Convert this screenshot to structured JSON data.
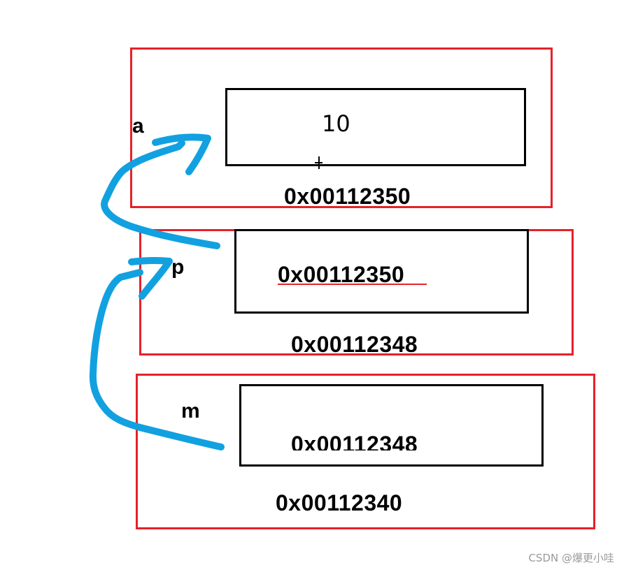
{
  "colors": {
    "frame": "#e52229",
    "cell": "#000000",
    "arrow": "#12a1e0"
  },
  "blocks": {
    "a": {
      "var_name": "a",
      "value": "10",
      "address": "0x00112350"
    },
    "p": {
      "var_name": "p",
      "value": "0x00112350",
      "address": "0x00112348"
    },
    "m": {
      "var_name": "m",
      "value": "0x00112348",
      "address": "0x00112340"
    }
  },
  "watermark": "CSDN @爆更小哇"
}
